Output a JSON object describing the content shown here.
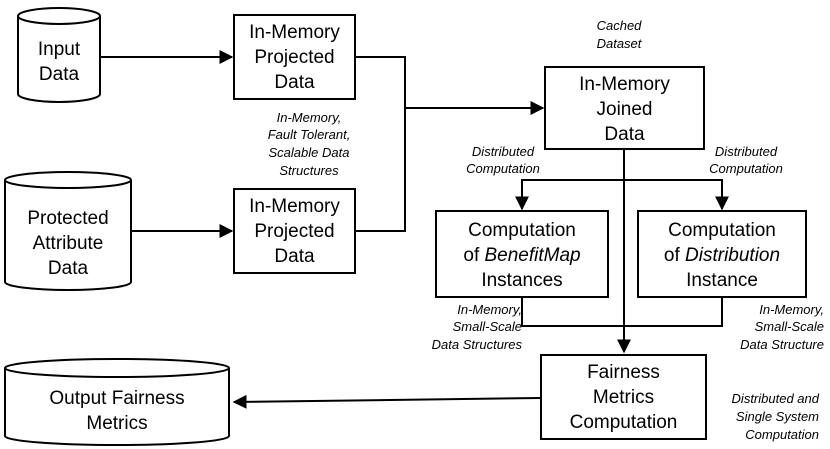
{
  "nodes": {
    "input_data": [
      "Input",
      "Data"
    ],
    "protected_data": [
      "Protected",
      "Attribute",
      "Data"
    ],
    "projected_top": [
      "In-Memory",
      "Projected",
      "Data"
    ],
    "projected_bottom": [
      "In-Memory",
      "Projected",
      "Data"
    ],
    "joined": [
      "In-Memory",
      "Joined",
      "Data"
    ],
    "benefitmap": {
      "line1": "Computation",
      "line2_prefix": "of ",
      "line2_em": "BenefitMap",
      "line3": "Instances"
    },
    "distribution": {
      "line1": "Computation",
      "line2_prefix": "of ",
      "line2_em": "Distribution",
      "line3": "Instance"
    },
    "fairness": [
      "Fairness",
      "Metrics",
      "Computation"
    ],
    "output": [
      "Output Fairness",
      "Metrics"
    ]
  },
  "notes": {
    "cached": [
      "Cached",
      "Dataset"
    ],
    "in_memory_ft": [
      "In-Memory,",
      "Fault Tolerant,",
      "Scalable Data",
      "Structures"
    ],
    "dist_left": [
      "Distributed",
      "Computation"
    ],
    "dist_right": [
      "Distributed",
      "Computation"
    ],
    "small_left": [
      "In-Memory,",
      "Small-Scale",
      "Data Structures"
    ],
    "small_right": [
      "In-Memory,",
      "Small-Scale",
      "Data Structure"
    ],
    "dist_single": [
      "Distributed and",
      "Single System",
      "Computation"
    ]
  }
}
